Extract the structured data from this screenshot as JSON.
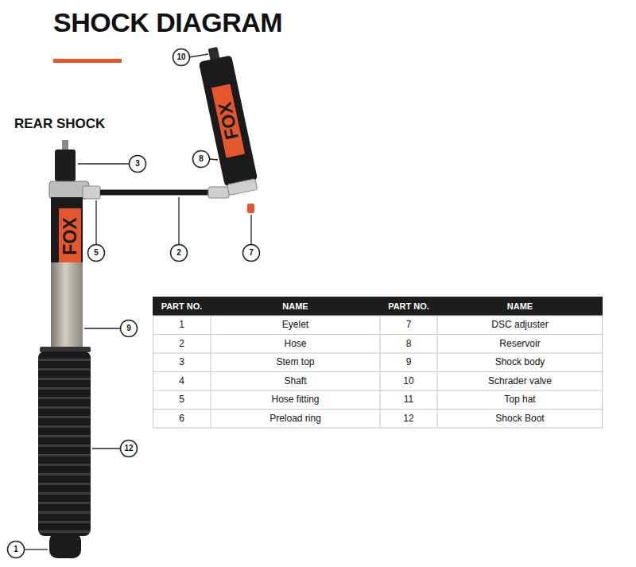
{
  "diagram": {
    "title": "SHOCK DIAGRAM",
    "labels": [
      "REAR SHOCK",
      "FOX",
      "FOX",
      "10",
      "3",
      "8",
      "5",
      "2",
      "7",
      "9",
      "12",
      "1",
      "PART NO.",
      "NAME",
      "PART NO.",
      "NAME",
      "1",
      "Eyelet",
      "7",
      "DSC adjuster",
      "2",
      "Hose",
      "8",
      "Reservoir",
      "3",
      "Stem top",
      "9",
      "Shock body",
      "4",
      "Shaft",
      "10",
      "Schrader valve",
      "5",
      "Hose fitting",
      "11",
      "Top hat",
      "6",
      "Preload ring",
      "12",
      "Shock Boot"
    ]
  }
}
